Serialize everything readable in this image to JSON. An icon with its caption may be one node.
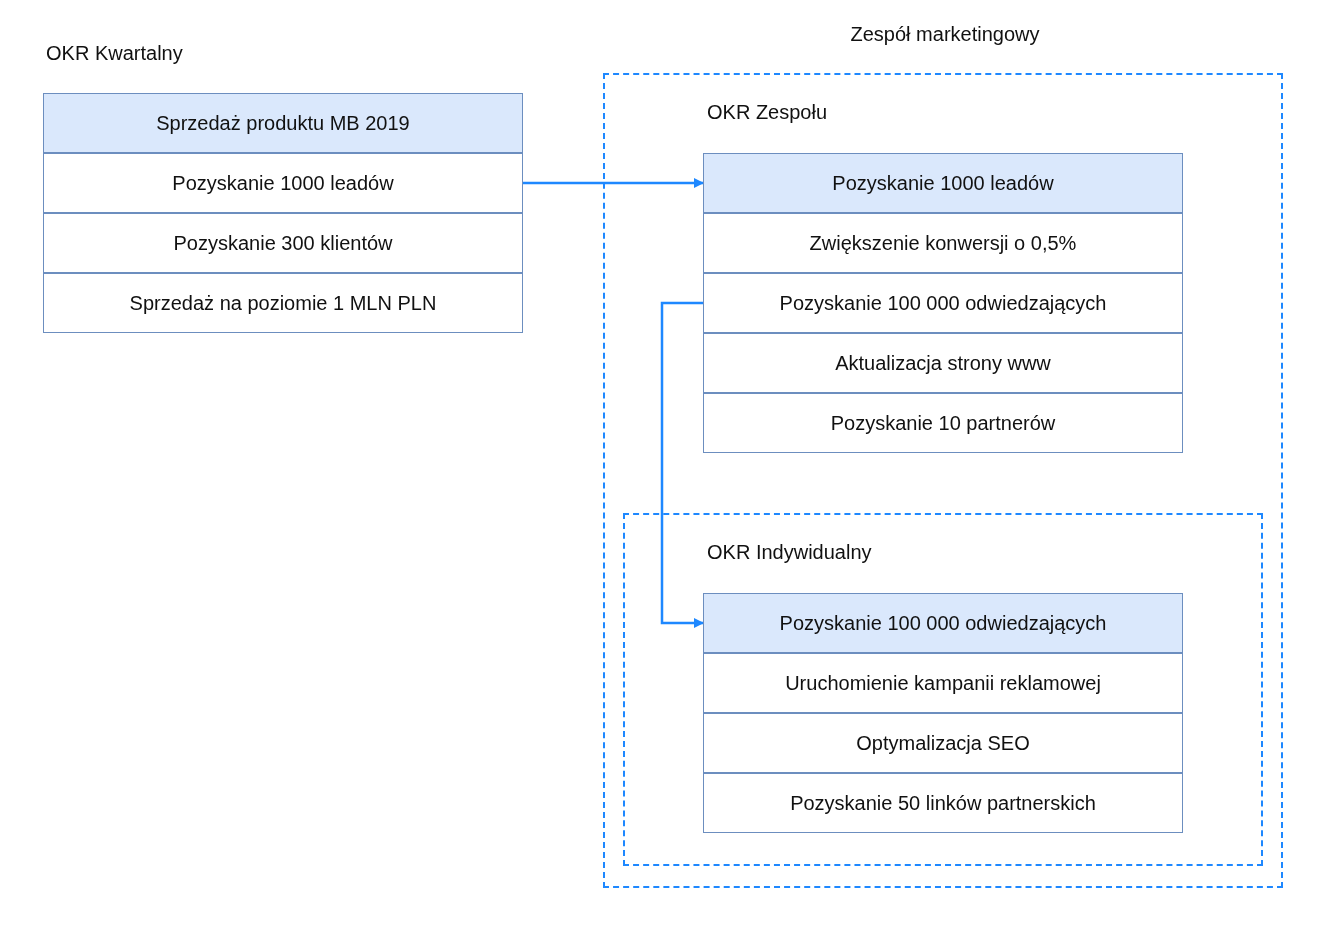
{
  "diagram": {
    "nodes": [
      {
        "text": [
          "Sprzedaż produktu MB 2019"
        ]
      },
      {
        "text": [
          "Pozyskanie 1000 leadów"
        ]
      },
      {
        "text": [
          "Pozyskanie 300 klientów"
        ]
      },
      {
        "text": [
          "Sprzedaż na poziomie 1 MLN PLN"
        ]
      },
      {
        "text": [
          "Zespół marketingowy",
          "OKR Zespołu"
        ]
      },
      {
        "text": [
          "Pozyskanie 1000 leadów"
        ],
        "in": 4
      },
      {
        "text": [
          "Zwiększenie konwersji o 0,5%"
        ],
        "in": 4
      },
      {
        "text": [
          "Pozyskanie 100 000 odwiedzających"
        ],
        "in": 4
      },
      {
        "text": [
          "Aktualizacja strony www"
        ],
        "in": 4
      },
      {
        "text": [
          "Pozyskanie 10 partnerów"
        ],
        "in": 4
      },
      {
        "text": [
          "OKR Indywidualny"
        ],
        "in": 4
      },
      {
        "text": [
          "Pozyskanie 100 000 odwiedzających"
        ],
        "in": 10
      },
      {
        "text": [
          "Uruchomienie kampanii reklamowej"
        ],
        "in": 10
      },
      {
        "text": [
          "Optymalizacja SEO"
        ],
        "in": 10
      },
      {
        "text": [
          "Pozyskanie 50 linków partnerskich"
        ],
        "in": 10
      }
    ],
    "edges": [
      {
        "from": 1,
        "to": 5,
        "arrow": "to"
      },
      {
        "from": 7,
        "to": 11,
        "arrow": "to"
      }
    ],
    "labels": [
      "OKR Kwartalny"
    ]
  }
}
